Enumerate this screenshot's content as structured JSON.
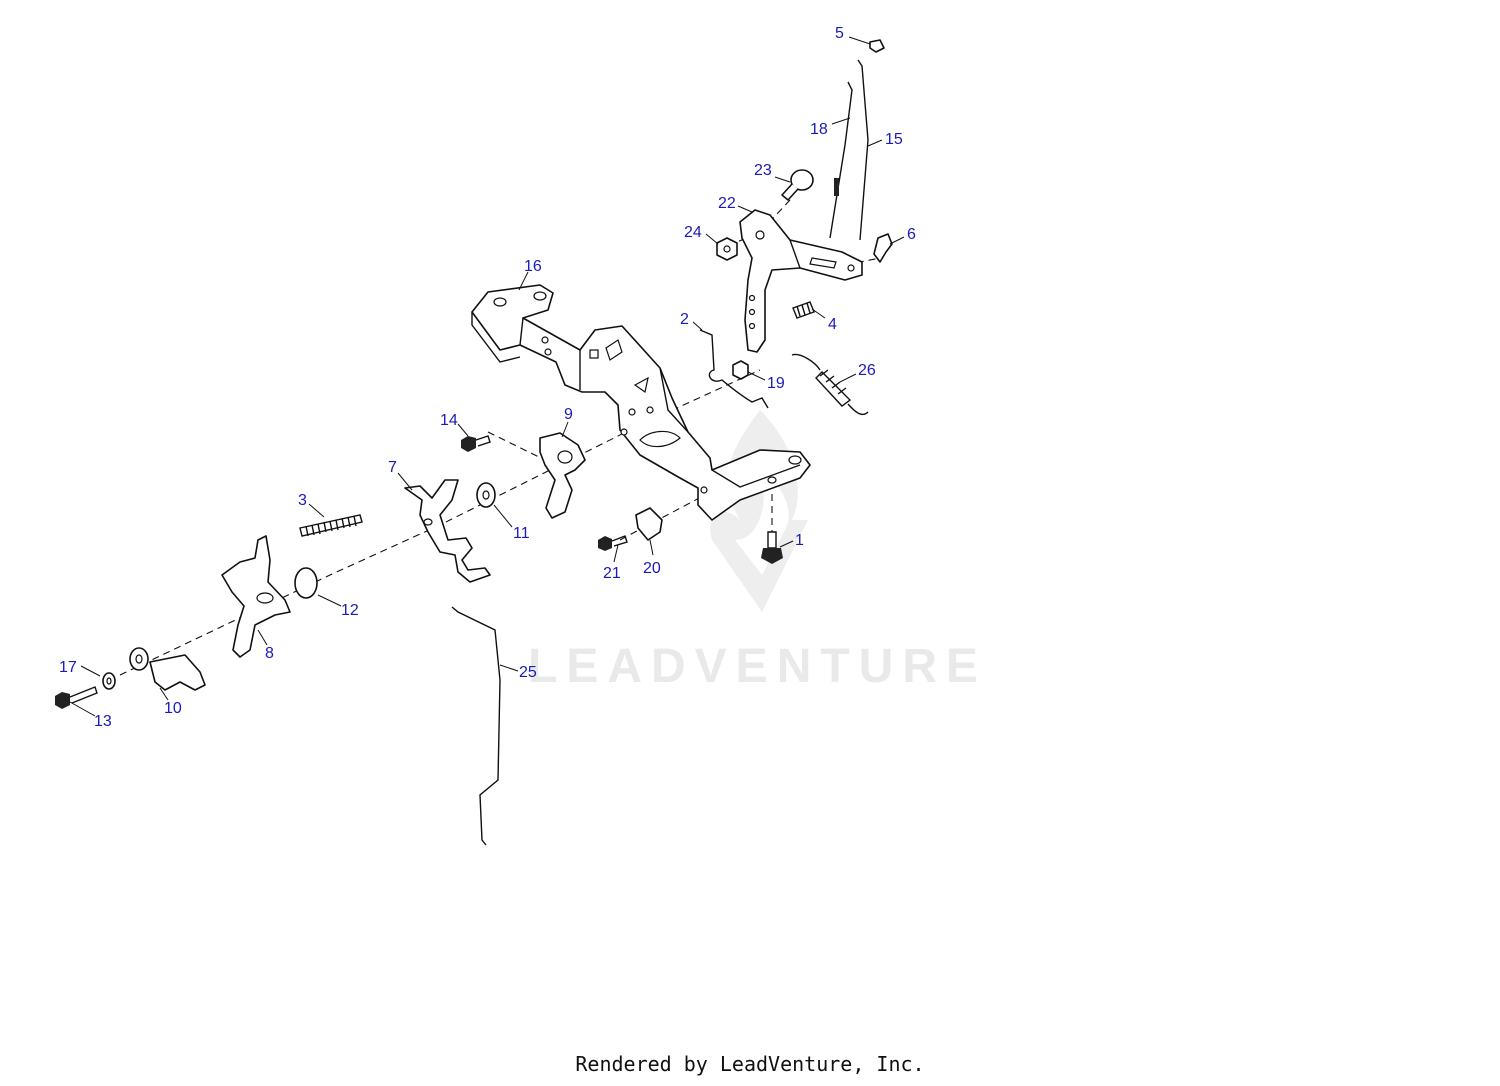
{
  "diagram": {
    "callouts": [
      "1",
      "2",
      "3",
      "4",
      "5",
      "6",
      "7",
      "8",
      "9",
      "10",
      "11",
      "12",
      "13",
      "14",
      "15",
      "16",
      "17",
      "18",
      "19",
      "20",
      "21",
      "22",
      "23",
      "24",
      "25",
      "26"
    ],
    "watermark": "LEADVENTURE"
  },
  "footer": "Rendered by LeadVenture, Inc."
}
